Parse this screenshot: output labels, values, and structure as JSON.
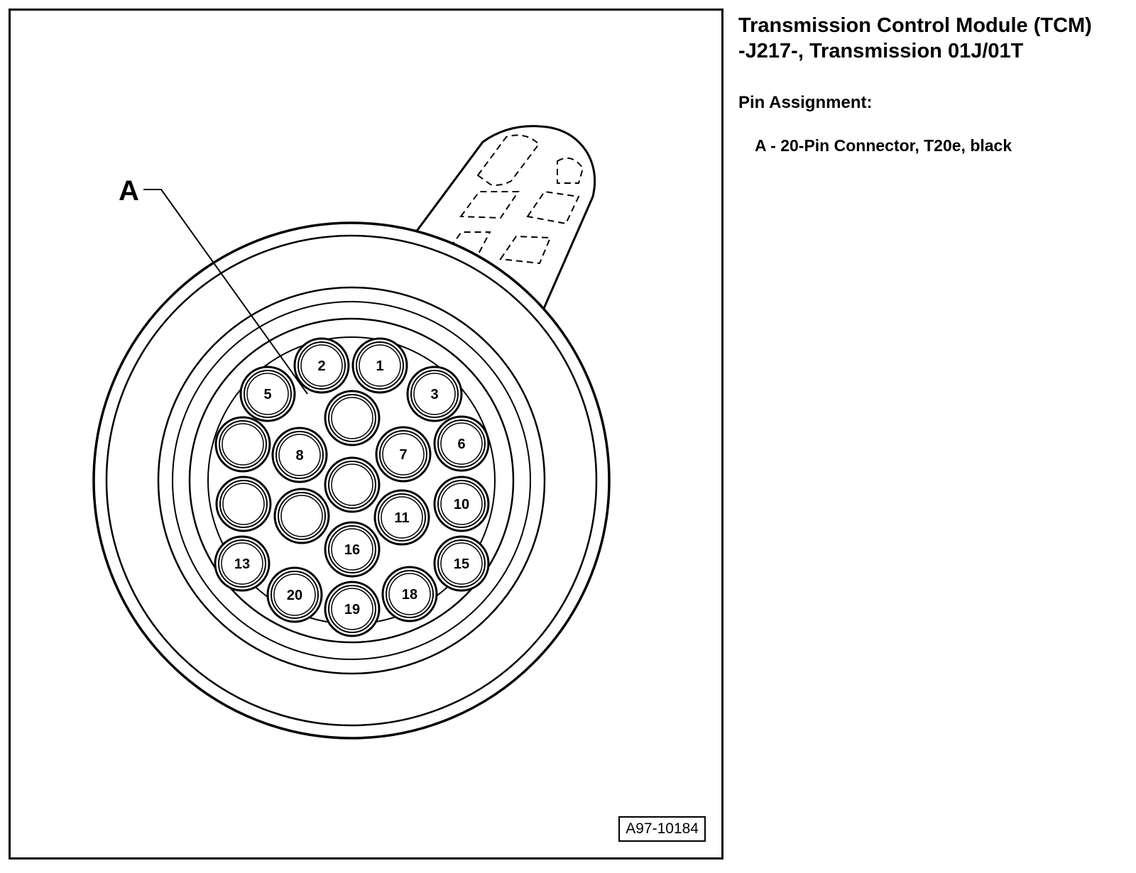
{
  "title": {
    "line1": "Transmission Control Module (TCM)",
    "line2": "-J217-, Transmission 01J/01T"
  },
  "section_heading": "Pin Assignment:",
  "legend": [
    {
      "key": "A",
      "text": "A - 20-Pin Connector, T20e, black"
    }
  ],
  "callout": "A",
  "figure_id": "A97-10184",
  "pins": [
    {
      "label": "1"
    },
    {
      "label": "2"
    },
    {
      "label": "3"
    },
    {
      "label": "5"
    },
    {
      "label": "6"
    },
    {
      "label": "7"
    },
    {
      "label": "8"
    },
    {
      "label": "10"
    },
    {
      "label": "11"
    },
    {
      "label": "13"
    },
    {
      "label": "15"
    },
    {
      "label": "16"
    },
    {
      "label": "18"
    },
    {
      "label": "19"
    },
    {
      "label": "20"
    },
    {
      "label": ""
    },
    {
      "label": ""
    },
    {
      "label": ""
    },
    {
      "label": ""
    },
    {
      "label": ""
    }
  ],
  "colors": {
    "line": "#000000",
    "background": "#ffffff"
  }
}
